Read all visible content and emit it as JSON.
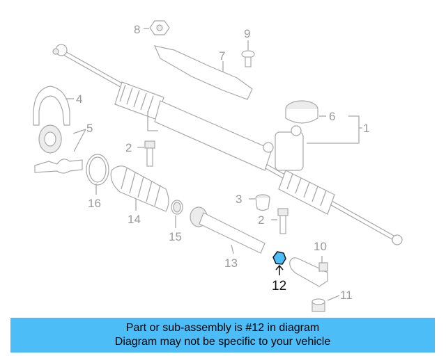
{
  "diagram": {
    "callouts": {
      "c1": "1",
      "c2a": "2",
      "c2b": "2",
      "c3": "3",
      "c4": "4",
      "c5": "5",
      "c6": "6",
      "c7": "7",
      "c8": "8",
      "c9": "9",
      "c10": "10",
      "c11": "11",
      "c12": "12",
      "c13": "13",
      "c14": "14",
      "c15": "15",
      "c16": "16"
    },
    "highlight_color": "#4cbdf7"
  },
  "banner": {
    "line1": "Part or sub-assembly is #12 in diagram",
    "line2": "Diagram may not be specific to your vehicle",
    "color": "#4cbdf7"
  }
}
